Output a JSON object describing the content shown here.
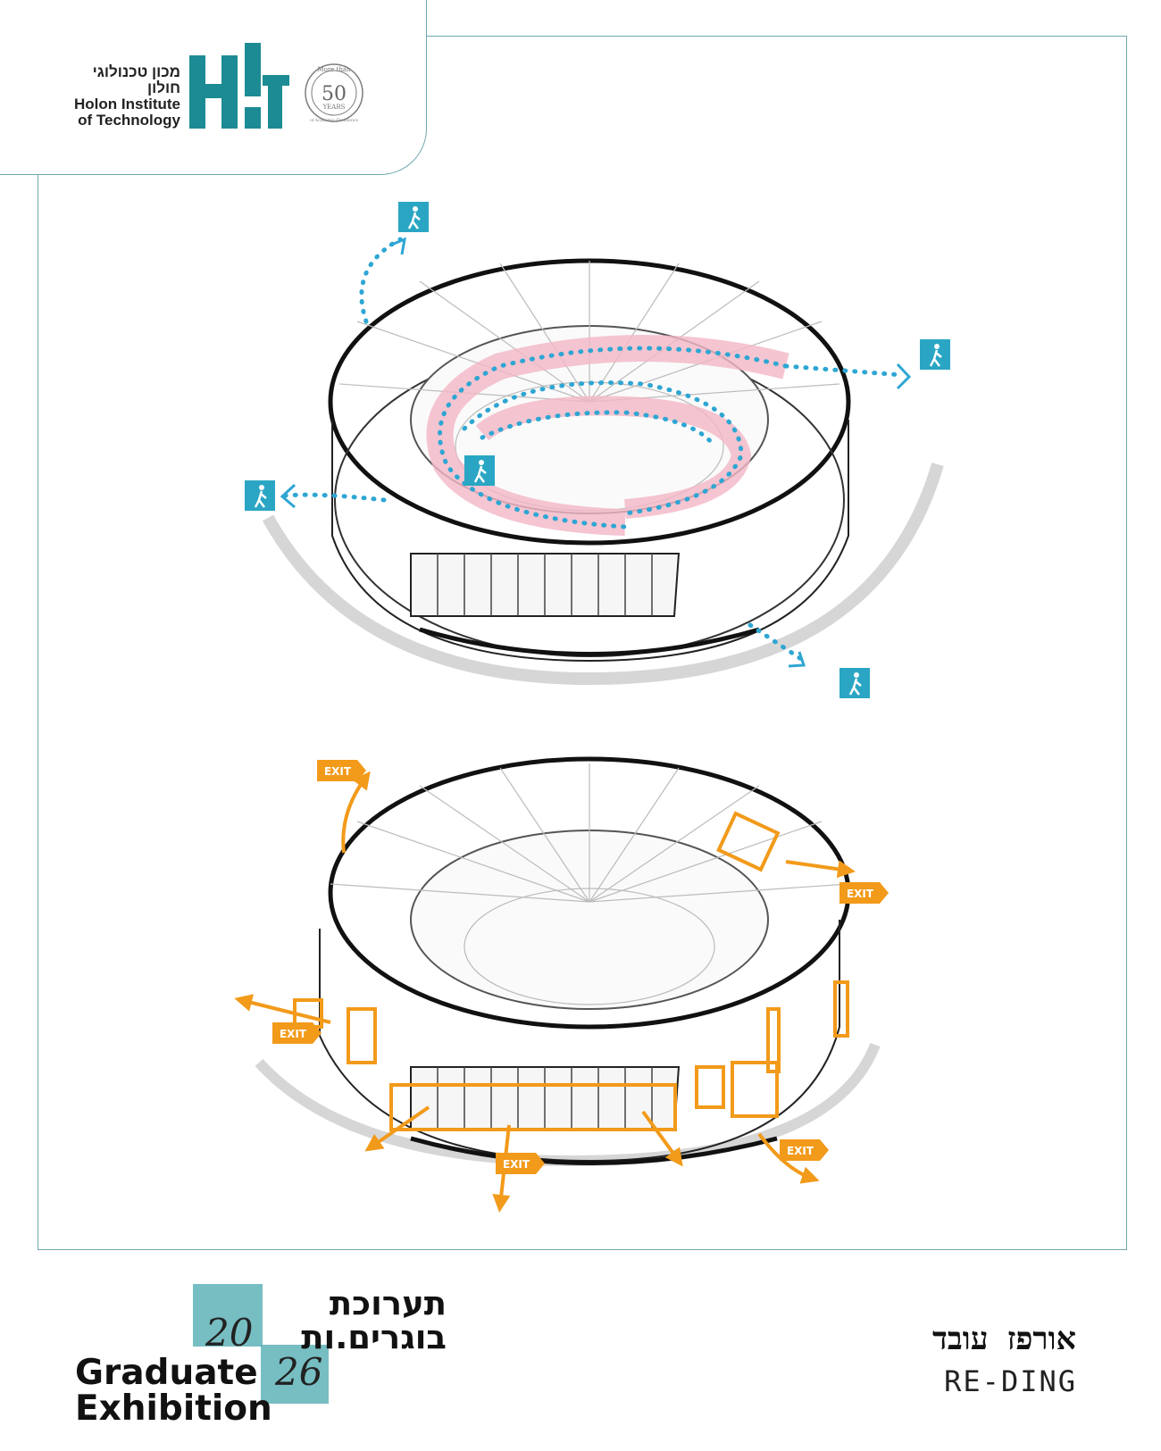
{
  "logo": {
    "hebrew_name": "מכון טכנולוגי חולון",
    "english_line1": "Holon Institute",
    "english_line2": "of Technology",
    "wordmark": "HIT",
    "badge_top": "More than",
    "badge_number": "50",
    "badge_years": "YEARS",
    "badge_bottom": "of Academic Excellence"
  },
  "diagram": {
    "exit_label": "EXIT",
    "colors": {
      "walk_path": "#2ea6d3",
      "pedestrian_sign": "#2aa6c4",
      "pink_ramp": "#f2b6c6",
      "exit_orange": "#f29a1a",
      "frame": "#6fa9ad"
    }
  },
  "footer": {
    "hebrew_title_line1": "תערוכת",
    "hebrew_title_line2": "בוגרים.ות",
    "english_line1": "Graduate",
    "english_line2": "Exhibition",
    "year_top": "20",
    "year_bottom": "26",
    "author": "אורפז עובד",
    "project": "RE-DING"
  }
}
